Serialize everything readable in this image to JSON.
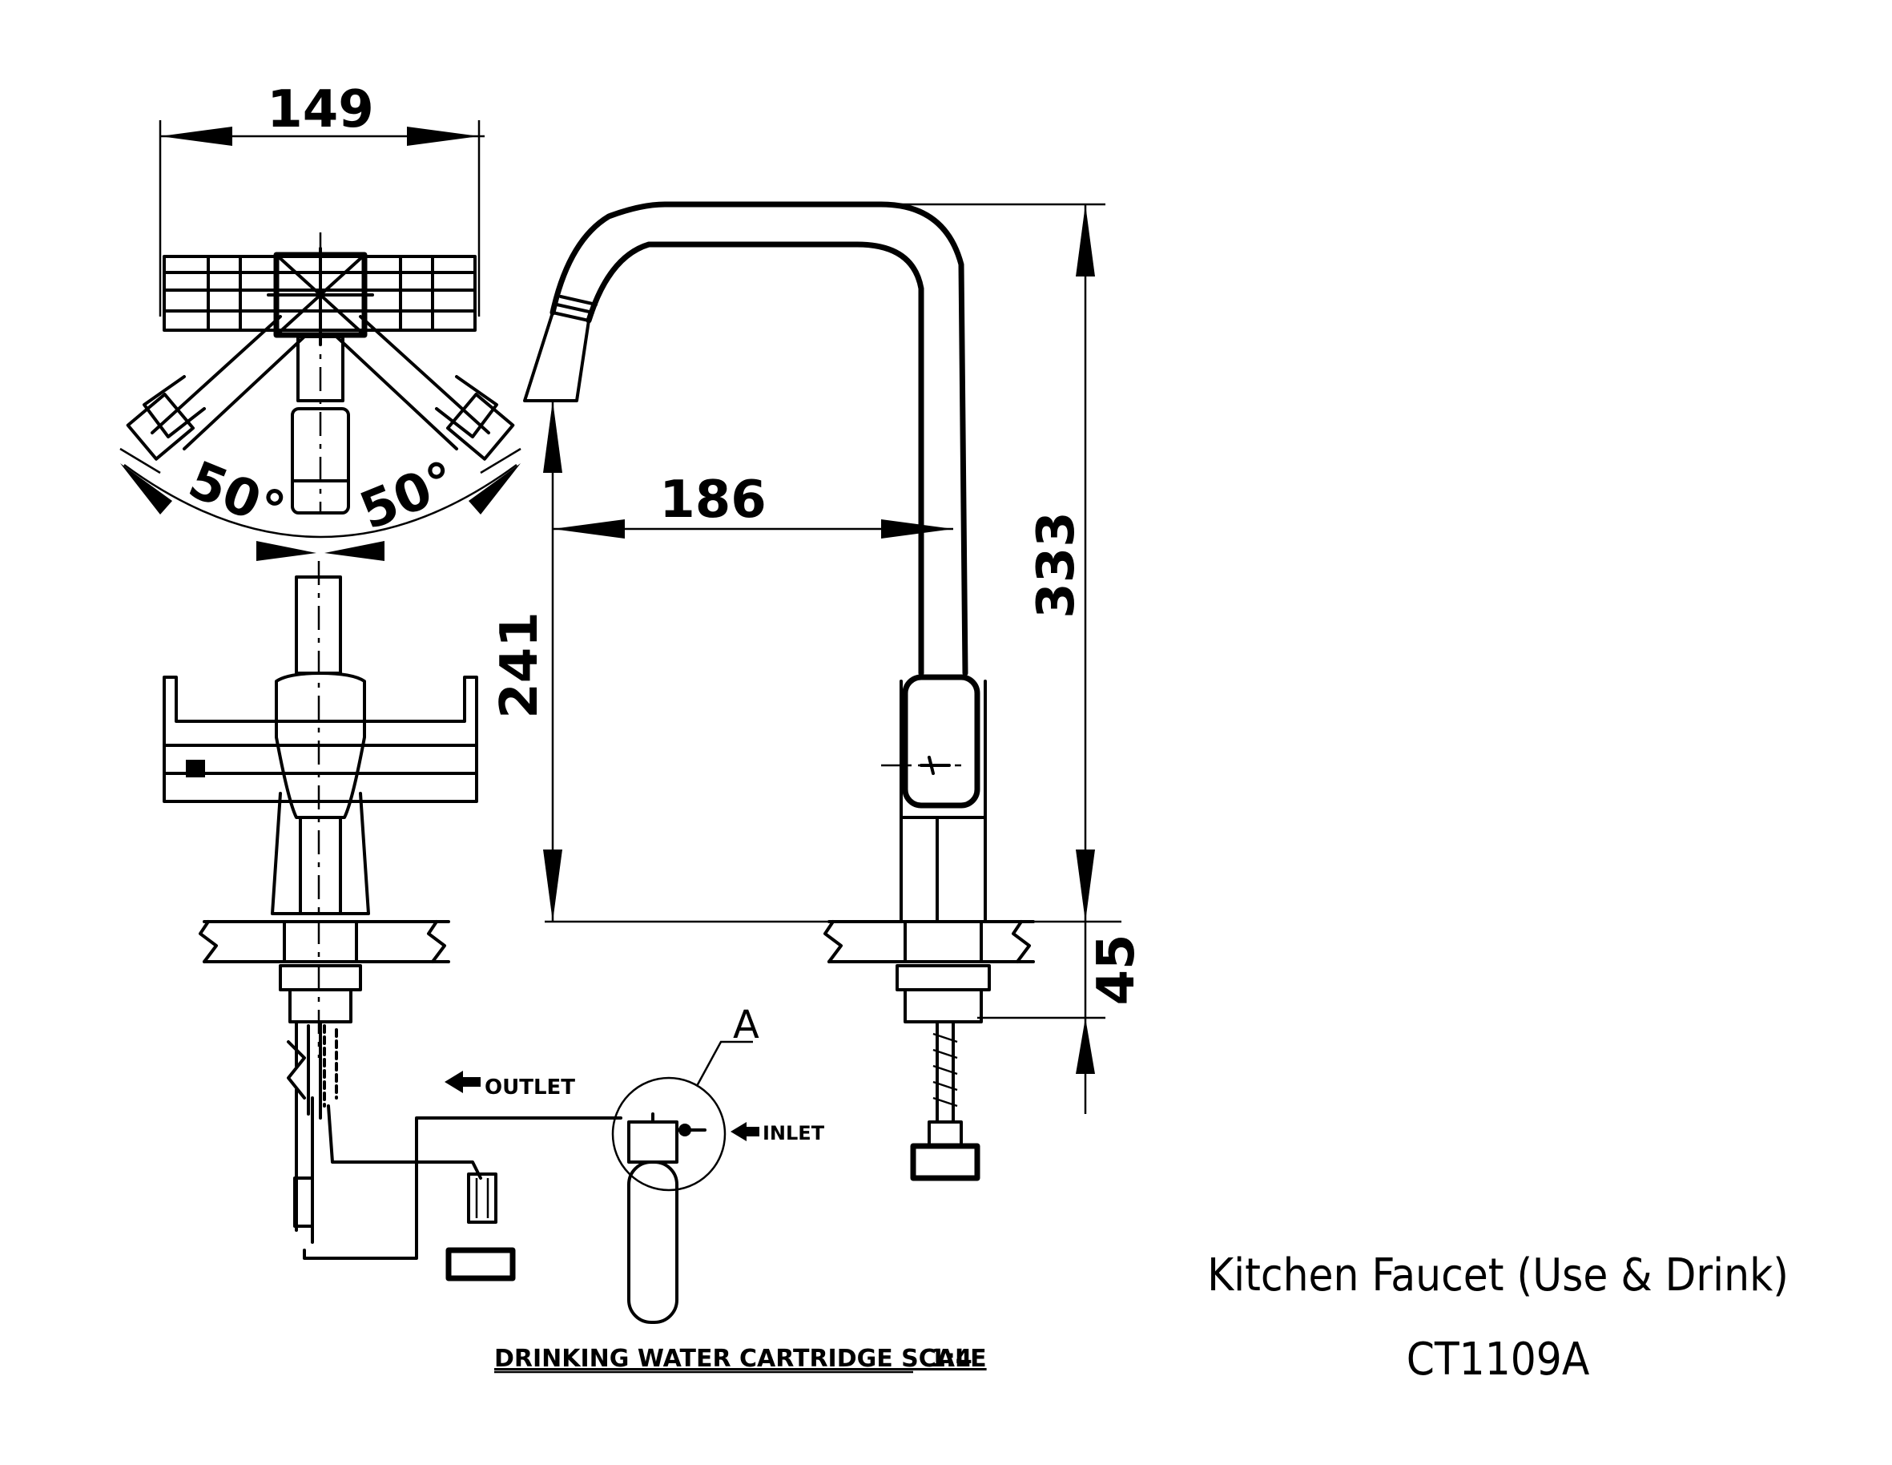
{
  "top_view": {
    "width_dim": "149",
    "left_angle": "50°",
    "right_angle": "50°"
  },
  "side_view": {
    "reach_dim": "186",
    "spout_height_dim": "241",
    "overall_height_dim": "333",
    "deck_thickness_dim": "45"
  },
  "cartridge": {
    "detail_label": "A",
    "outlet_label": "OUTLET",
    "inlet_label": "INLET",
    "caption": "DRINKING WATER CARTRIDGE SCALE",
    "scale": "1:4"
  },
  "title_block": {
    "product_name": "Kitchen Faucet (Use & Drink)",
    "model": "CT1109A"
  }
}
